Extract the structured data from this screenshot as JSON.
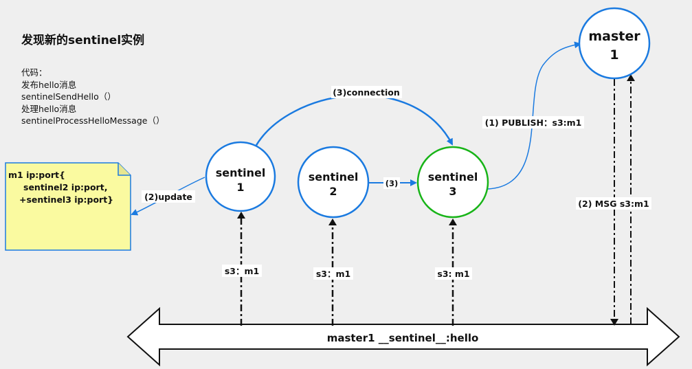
{
  "title": "发现新的sentinel实例",
  "code_block": {
    "lines": [
      "代码：",
      "发布hello消息",
      "sentinelSendHello（）",
      "处理hello消息",
      "sentinelProcessHelloMessage（）"
    ]
  },
  "note": {
    "lines": [
      "m1 ip:port{",
      "sentinel2 ip:port,",
      "+sentinel3 ip:port}"
    ]
  },
  "nodes": {
    "sentinel1": {
      "name": "sentinel",
      "id": "1"
    },
    "sentinel2": {
      "name": "sentinel",
      "id": "2"
    },
    "sentinel3": {
      "name": "sentinel",
      "id": "3"
    },
    "master": {
      "name": "master",
      "id": "1"
    }
  },
  "edges": {
    "connection": "(3)connection",
    "s2_to_s3": "(3)",
    "update": "(2)update",
    "publish": "(1) PUBLISH：s3:m1",
    "msg": "(2) MSG s3:m1",
    "s1_channel": "s3：m1",
    "s2_channel": "s3：m1",
    "s3_channel": "s3: m1"
  },
  "channel": {
    "label": "master1 __sentinel__:hello"
  },
  "colors": {
    "node_border": "#1a7ae0",
    "highlight_border": "#18b418",
    "note_fill": "#fafaa0",
    "note_border": "#1a7ae0",
    "background": "#efefef"
  }
}
